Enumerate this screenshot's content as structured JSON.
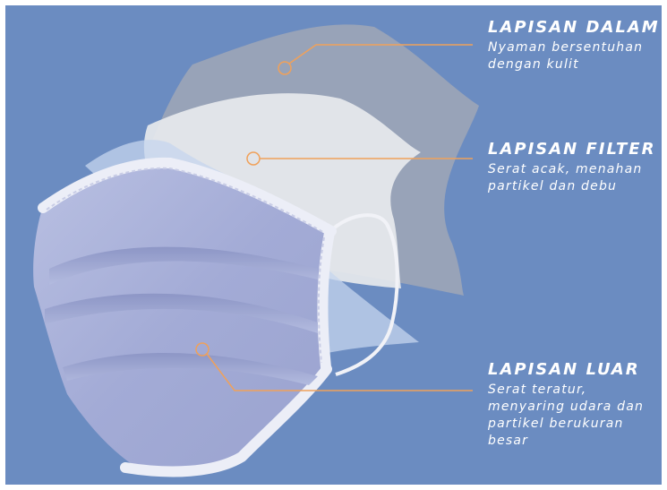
{
  "layers": [
    {
      "title": "LAPISAN DALAM",
      "desc_lines": [
        "Nyaman bersentuhan",
        "dengan kulit"
      ]
    },
    {
      "title": "LAPISAN FILTER",
      "desc_lines": [
        "Serat acak, menahan",
        "partikel dan debu"
      ]
    },
    {
      "title": "LAPISAN LUAR",
      "desc_lines": [
        "Serat teratur,",
        "menyaring udara dan",
        "partikel berukuran",
        "besar"
      ]
    }
  ],
  "colors": {
    "background": "#6b8cc1",
    "leader_line": "#f0a15a",
    "text": "#ffffff"
  }
}
